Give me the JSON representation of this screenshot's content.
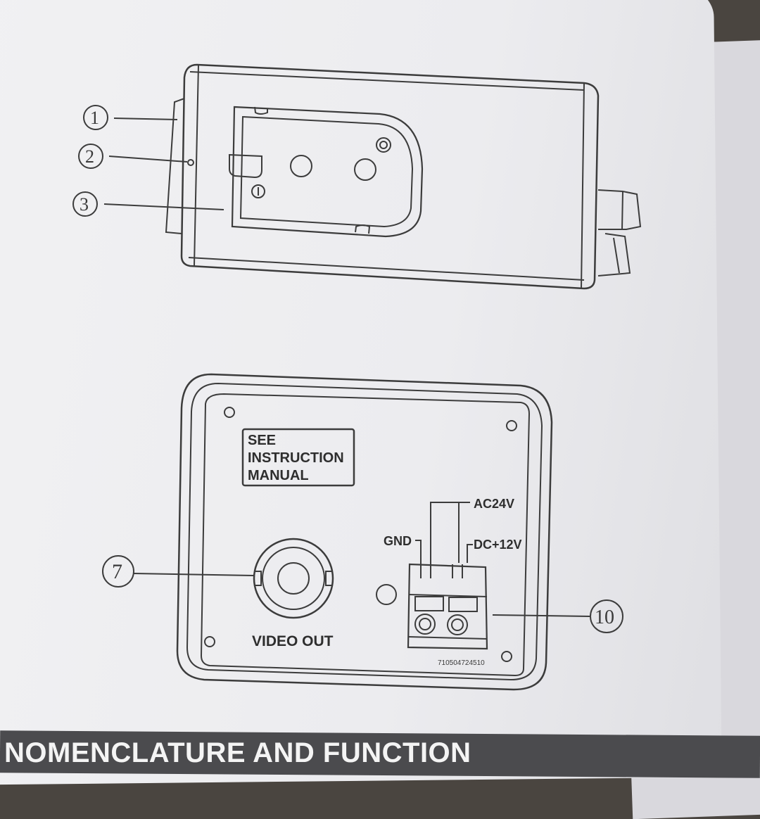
{
  "callouts": {
    "c1": "1",
    "c2": "2",
    "c3": "3",
    "c7": "7",
    "c10": "10"
  },
  "rear_panel": {
    "warning_line1": "SEE",
    "warning_line2": "INSTRUCTION",
    "warning_line3": "MANUAL",
    "video_out_label": "VIDEO OUT",
    "ac_label": "AC24V",
    "gnd_label": "GND",
    "dc_label": "DC+12V",
    "serial": "710504724510"
  },
  "footer": {
    "section_title": "NOMENCLATURE AND FUNCTION"
  }
}
